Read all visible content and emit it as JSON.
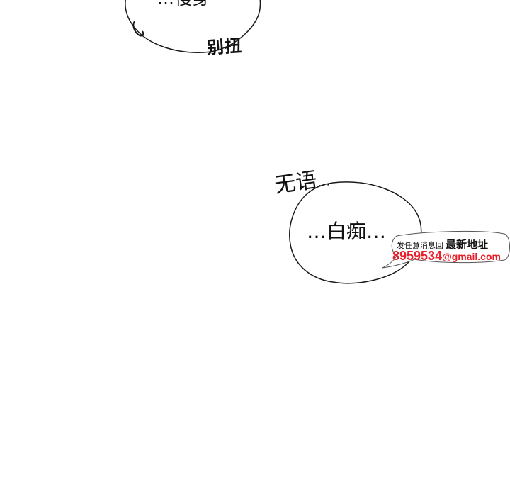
{
  "panel": {
    "top_bubble_text": "…慢身",
    "sfx_awkward": "别扭",
    "sfx_speechless": "无语",
    "sfx_speechless_dots": "…",
    "bubble_text": "…白痴…"
  },
  "watermark": {
    "line1_small": "发任意消息回",
    "line1_strong": "最新地址",
    "number": "8959534",
    "email": "@gmail.com",
    "accent_color": "#e8202a"
  }
}
